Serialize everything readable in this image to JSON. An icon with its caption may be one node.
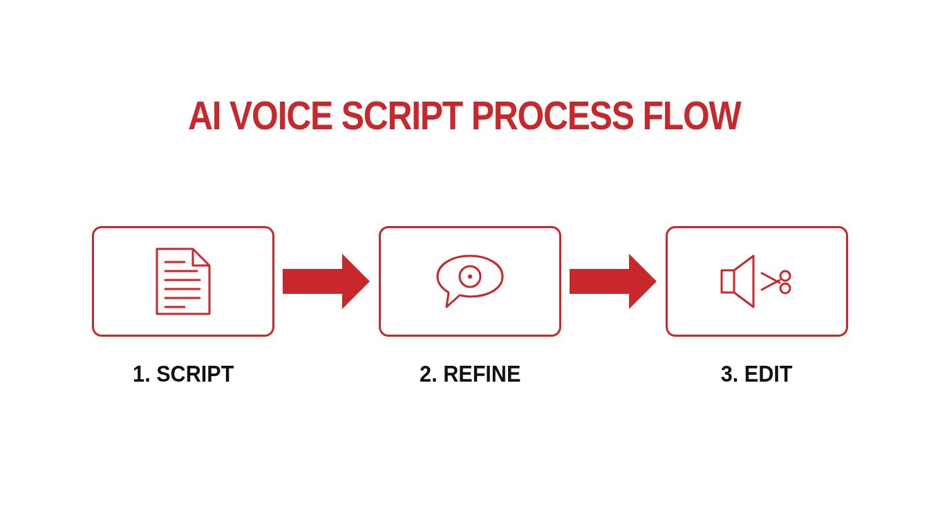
{
  "diagram": {
    "title": "AI VOICE SCRIPT PROCESS FLOW",
    "nodes": [
      {
        "text": [
          "1. SCRIPT"
        ]
      },
      {
        "text": [
          "2. REFINE"
        ]
      },
      {
        "text": [
          "3. EDIT"
        ]
      }
    ],
    "edges": [
      {
        "from": 0,
        "to": 1,
        "arrow": "to"
      },
      {
        "from": 1,
        "to": 2,
        "arrow": "to"
      }
    ]
  }
}
